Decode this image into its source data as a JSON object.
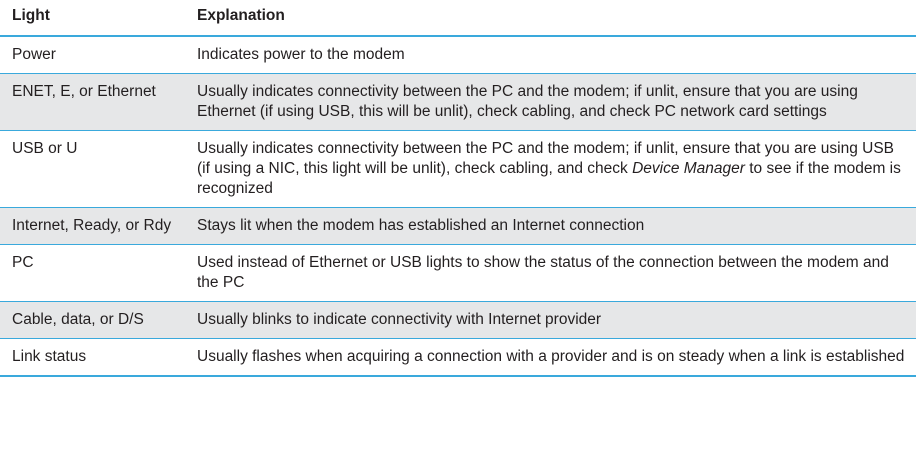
{
  "table": {
    "headers": [
      "Light",
      "Explanation"
    ],
    "rows": [
      {
        "light": "Power",
        "explanation": "Indicates power to the modem"
      },
      {
        "light": "ENET, E, or Ethernet",
        "explanation": "Usually indicates connectivity between the PC and the modem; if unlit, ensure that you are using Ethernet (if using USB, this will be unlit), check cabling, and check PC network card settings"
      },
      {
        "light": "USB or U",
        "explanation_before": "Usually indicates connectivity between the PC and the modem; if unlit, ensure that you are using USB (if using a NIC, this light will be unlit), check cabling, and check ",
        "explanation_italic": "Device Manager",
        "explanation_after": " to see if the modem is recognized"
      },
      {
        "light": "Internet, Ready, or Rdy",
        "explanation": "Stays lit when the modem has established an Internet connection"
      },
      {
        "light": "PC",
        "explanation": "Used instead of Ethernet or USB lights to show the status of the connection between the modem and the PC"
      },
      {
        "light": "Cable, data, or D/S",
        "explanation": "Usually blinks to indicate connectivity with Internet provider"
      },
      {
        "light": "Link status",
        "explanation": "Usually flashes when acquiring a connection with a provider and is on steady when a link is established"
      }
    ]
  },
  "colors": {
    "rule": "#3aa9dc",
    "stripe": "#e6e7e8",
    "text": "#231f20"
  }
}
